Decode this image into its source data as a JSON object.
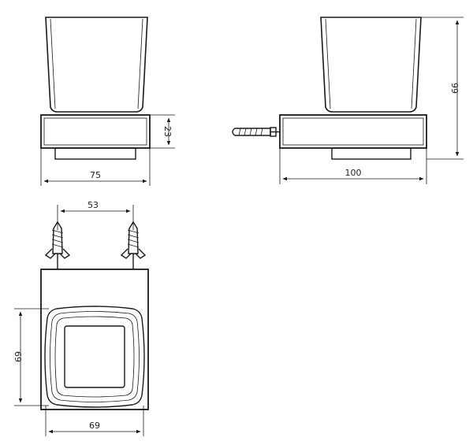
{
  "dimensions": {
    "front_base_height": "23",
    "front_width": "75",
    "side_total_height": "99",
    "side_depth": "100",
    "anchor_spacing": "53",
    "top_height": "69",
    "top_width": "69"
  }
}
